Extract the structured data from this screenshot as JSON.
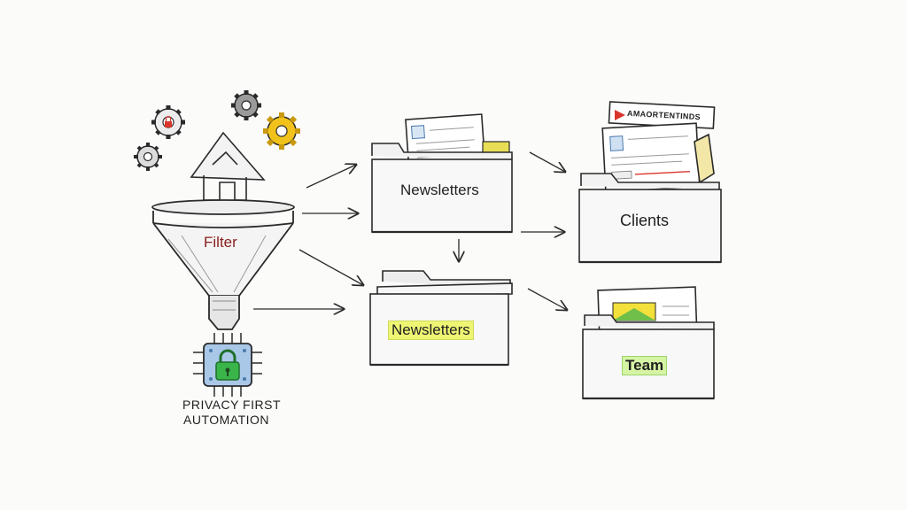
{
  "labels": {
    "filter": "Filter",
    "privacy_line1": "PRIVACY FIRST",
    "privacy_line2": "AUTOMATION",
    "folder_newsletters_top": "Newsletters",
    "folder_newsletters_bottom": "Newsletters",
    "folder_clients": "Clients",
    "folder_team": "Team",
    "clients_doc_header": "AMAORTENTINDS"
  },
  "icons": {
    "gears": [
      "gear-icon",
      "gear-icon",
      "gear-icon",
      "gear-icon"
    ],
    "lock": "lock-icon",
    "chip": "chip-icon",
    "funnel": "funnel-icon",
    "folder": "folder-icon"
  },
  "colors": {
    "ink": "#2a2a2a",
    "gear_yellow": "#f1c21b",
    "lock_green": "#39b54a",
    "chip_blue": "#a9c8e8",
    "highlight_yellow": "#eef573",
    "highlight_green": "#d6f5a4",
    "lock_red": "#d9352b"
  }
}
